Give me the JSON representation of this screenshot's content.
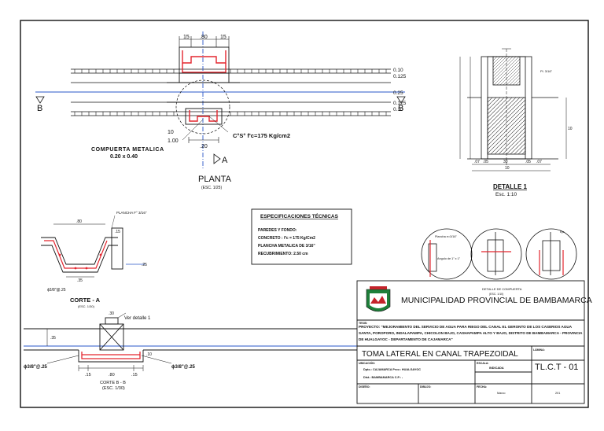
{
  "plan": {
    "title": "PLANTA",
    "scale": "(ESC. 1/25)",
    "dim_top": [
      "15",
      ".80",
      "15"
    ],
    "levels": [
      "0.10",
      "0.125",
      "0.25",
      "0.125",
      "0.10"
    ],
    "dim_left": [
      "10",
      "1.00"
    ],
    "dim_opening": ".20",
    "section_mark": "B",
    "section_a": "A",
    "gate_label": "COMPUERTA METALICA",
    "gate_size": "0.20 x 0.40",
    "concrete_note": "C°S° f'c=175 Kg/cm2"
  },
  "detail1": {
    "title": "DETALLE 1",
    "scale": "Esc. 1:10",
    "dims_bottom": [
      ".07",
      ".05",
      "30",
      ".05",
      ".07"
    ],
    "dim_total": "10",
    "dims_right": [
      "10"
    ]
  },
  "section_a": {
    "title": "CORTE - A",
    "scale": "(ESC. 1/30)",
    "plate_note": "PLANCHA F° 3/16\"",
    "dims": [
      ".80",
      ".35",
      ".25",
      ".15"
    ],
    "rebar": "ϕ3/8\"@.25"
  },
  "specs": {
    "title": "ESPECIFICACIONES TÉCNICAS",
    "lines": [
      "PAREDES Y FONDO:",
      "CONCRETO   : f'c = 175 Kg/Cm2",
      "PLANCHA METALICA DE 3/16\"",
      "RECUBRIMIENTO: 2.50 cm"
    ]
  },
  "gate_detail": {
    "title": "DETALLE DE COMPUERTA",
    "scale": "(ESC. 1/10)",
    "labels": [
      "Plancha e=3/16\"",
      "Angulo de 1\" x 1\"",
      "Eje"
    ]
  },
  "section_b": {
    "title": "CORTE B - B",
    "scale": "(ESC. 1/30)",
    "callout": "Ver detalle 1",
    "dims_top": [
      ".30",
      ".35",
      ".10"
    ],
    "dims_bottom": [
      ".15",
      ".80",
      ".15"
    ],
    "rebar_left": "ϕ3/8\"@.25",
    "rebar_right": "ϕ3/8\"@.25"
  },
  "titleblock": {
    "org": "MUNICIPALIDAD PROVINCIAL DE BAMBAMARCA",
    "project_label": "TESIS:",
    "project": "PROYECTO: \"MEJORAMIENTO DEL SERVICIO DE AGUA PARA RIEGO DEL CANAL EL GERONTO DE LOS CASERIOS AGUA SANTA, POROPORO, INDALAPAMPA, CHICOLON BAJO, CASHAPAMPA ALTO Y BAJO, DISTRITO DE BAMBAMARCA - PROVINCIA DE HUALGAYOC - DEPARTAMENTO DE CAJAMARCA\"",
    "drawing_title": "TOMA LATERAL EN CANAL TRAPEZOIDAL",
    "sheet_label": "LÁMINA:",
    "sheet_code": "TL.C.T - 01",
    "fields": [
      {
        "label": "UBICACIÓN:",
        "text": "Dpto.: CAJAMARCA     Prov.: HUALGAYOC"
      },
      {
        "label": "",
        "text": "Dist.: BAMBAMARCA     C.P.: -"
      },
      {
        "label": "ESCALA:",
        "text": "INDICADA"
      },
      {
        "label": "DISEÑO:",
        "text": ""
      },
      {
        "label": "DIBUJO:",
        "text": ""
      },
      {
        "label": "FECHA:",
        "text": "Marzo"
      },
      {
        "label": "",
        "text": "201"
      }
    ]
  },
  "colors": {
    "rebar": "#e3262f",
    "axis": "#2a57c9",
    "logo_green": "#1e7f3a",
    "logo_red": "#c4232b"
  }
}
